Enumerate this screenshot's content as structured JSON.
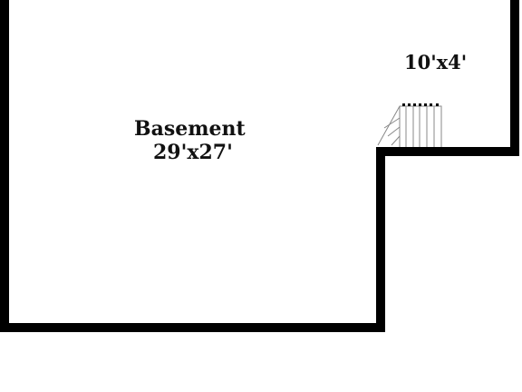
{
  "rooms": [
    {
      "name": "Basement",
      "dimensions": "29'x27'"
    },
    {
      "name": "",
      "dimensions": "10'x4'"
    }
  ],
  "colors": {
    "wall": "#000000",
    "background": "#ffffff",
    "stair": "#888888",
    "text": "#111111"
  }
}
